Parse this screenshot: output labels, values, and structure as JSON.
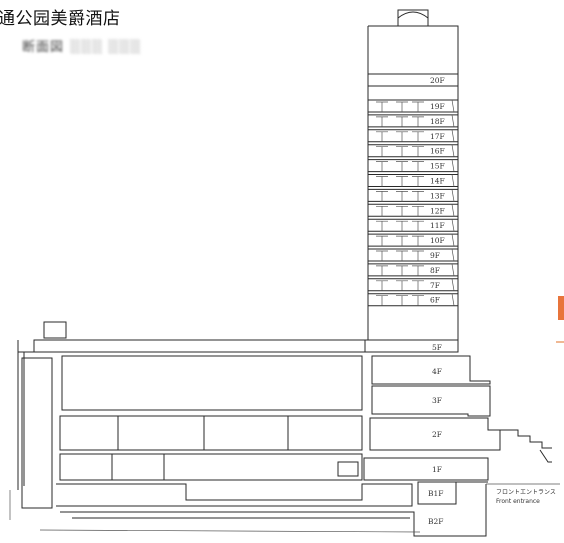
{
  "header": {
    "title": "通公园美爵酒店",
    "subtitle": "断面図"
  },
  "accent_color": "#e8743b",
  "tower_floors": [
    "20F",
    "19F",
    "18F",
    "17F",
    "16F",
    "15F",
    "14F",
    "13F",
    "12F",
    "11F",
    "10F",
    "9F",
    "8F",
    "7F",
    "6F"
  ],
  "podium_floors": [
    "5F",
    "4F",
    "3F",
    "2F",
    "1F",
    "B1F",
    "B2F"
  ],
  "entrance": {
    "label_jp": "フロントエントランス",
    "label_en": "Front entrance"
  }
}
